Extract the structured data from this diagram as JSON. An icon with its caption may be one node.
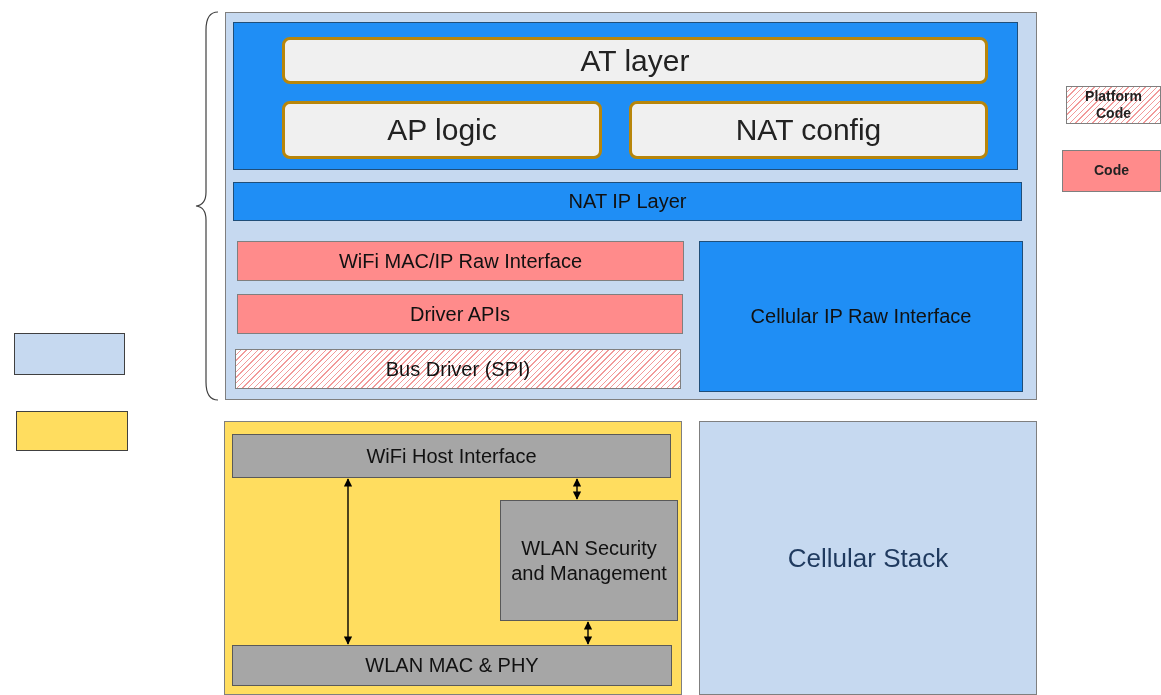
{
  "diagram": {
    "nodes": [
      {
        "text": [],
        "shape": "box"
      },
      {
        "text": [],
        "shape": "box",
        "in": 0
      },
      {
        "text": [
          "AT layer"
        ],
        "in": 1
      },
      {
        "text": [
          "AP logic"
        ],
        "in": 1
      },
      {
        "text": [
          "NAT config"
        ],
        "in": 1
      },
      {
        "text": [
          "NAT IP Layer"
        ],
        "in": 0
      },
      {
        "text": [
          "WiFi MAC/IP Raw Interface"
        ],
        "in": 0
      },
      {
        "text": [
          "Driver APIs"
        ],
        "in": 0
      },
      {
        "text": [
          "Bus Driver (SPI)"
        ],
        "in": 0
      },
      {
        "text": [
          "Cellular IP Raw Interface"
        ],
        "in": 0
      },
      {
        "text": [],
        "shape": "box"
      },
      {
        "text": [
          "WiFi Host Interface"
        ],
        "in": 10
      },
      {
        "text": [
          "WLAN Security and Management"
        ],
        "in": 10
      },
      {
        "text": [
          "WLAN MAC & PHY"
        ],
        "in": 10
      },
      {
        "text": [
          "Cellular Stack"
        ]
      },
      {
        "text": [],
        "shape": "box"
      },
      {
        "text": [],
        "shape": "box"
      }
    ],
    "edges": [
      {
        "from": 11,
        "to": 13,
        "arrow": "both"
      },
      {
        "from": 11,
        "to": 12,
        "arrow": "both"
      },
      {
        "from": 12,
        "to": 13,
        "arrow": "both"
      }
    ],
    "legend": [
      {
        "text": "Platform Code"
      },
      {
        "text": "Code",
        "color": "#ff8b8b"
      }
    ]
  }
}
